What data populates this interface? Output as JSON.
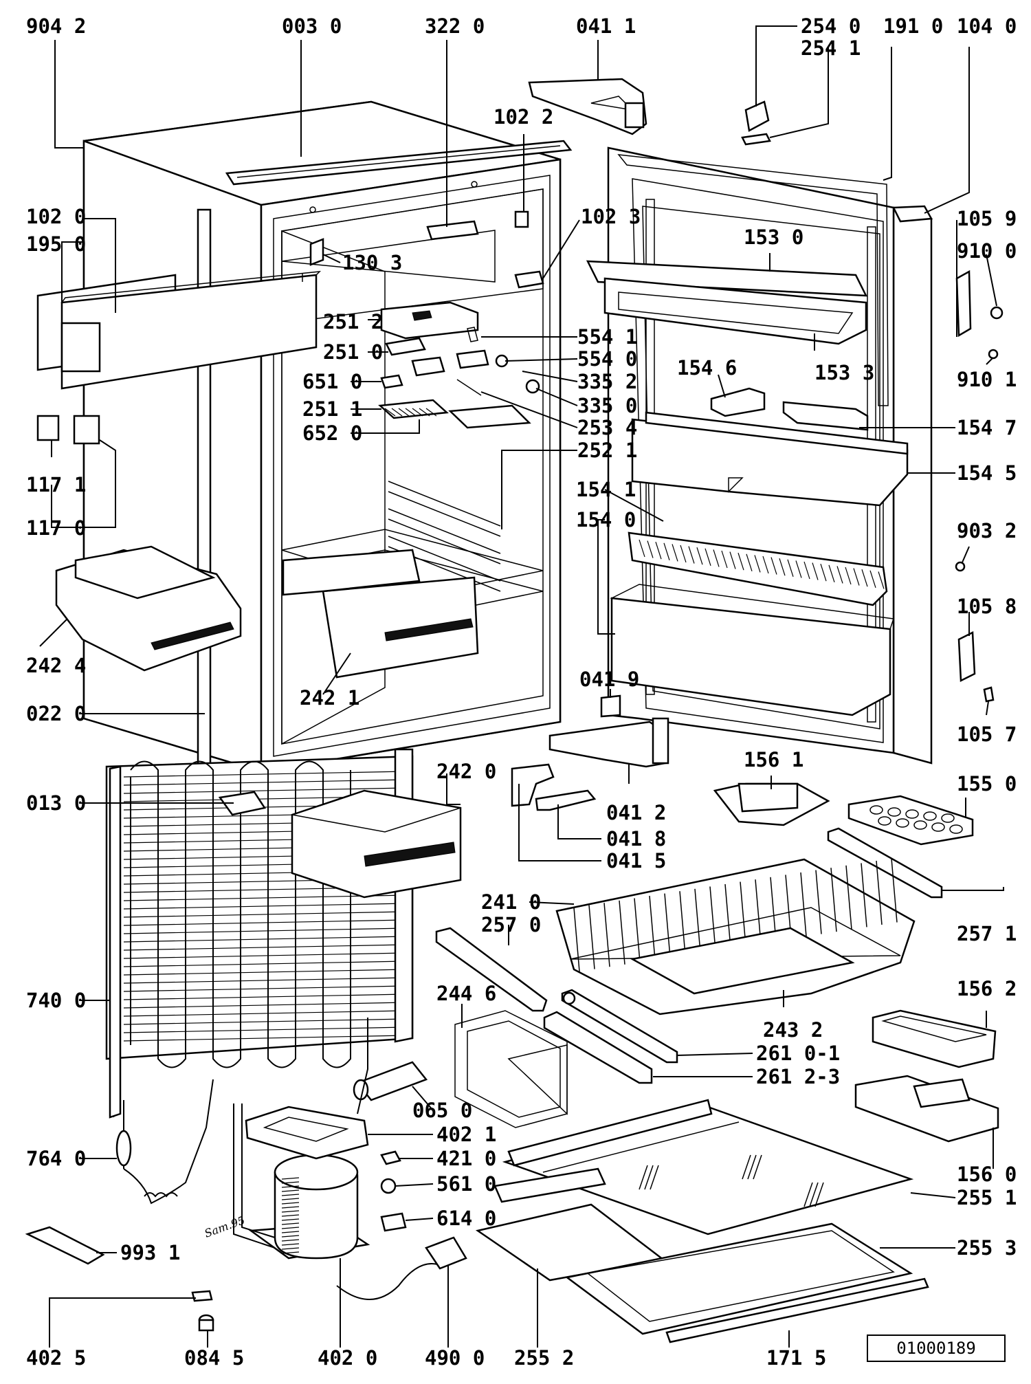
{
  "diagram": {
    "reference_code": "01000189",
    "signature": "Sam.95",
    "labels": [
      {
        "id": "904-2",
        "text": "904  2"
      },
      {
        "id": "003-0",
        "text": "003  0"
      },
      {
        "id": "322-0",
        "text": "322  0"
      },
      {
        "id": "041-1",
        "text": "041  1"
      },
      {
        "id": "254-0",
        "text": "254  0"
      },
      {
        "id": "254-1",
        "text": "254  1"
      },
      {
        "id": "191-0",
        "text": "191  0"
      },
      {
        "id": "104-0",
        "text": "104  0"
      },
      {
        "id": "102-2",
        "text": "102  2"
      },
      {
        "id": "102-0",
        "text": "102  0"
      },
      {
        "id": "195-0",
        "text": "195  0"
      },
      {
        "id": "102-3",
        "text": "102  3"
      },
      {
        "id": "105-9",
        "text": "105  9"
      },
      {
        "id": "910-0",
        "text": "910  0"
      },
      {
        "id": "153-0",
        "text": "153  0"
      },
      {
        "id": "130-3",
        "text": "130  3"
      },
      {
        "id": "251-2",
        "text": "251  2"
      },
      {
        "id": "554-1",
        "text": "554  1"
      },
      {
        "id": "251-0",
        "text": "251  0"
      },
      {
        "id": "554-0",
        "text": "554  0"
      },
      {
        "id": "154-6",
        "text": "154  6"
      },
      {
        "id": "153-3",
        "text": "153  3"
      },
      {
        "id": "910-1",
        "text": "910  1"
      },
      {
        "id": "651-0",
        "text": "651  0"
      },
      {
        "id": "335-2",
        "text": "335  2"
      },
      {
        "id": "251-1",
        "text": "251  1"
      },
      {
        "id": "335-0",
        "text": "335  0"
      },
      {
        "id": "652-0",
        "text": "652  0"
      },
      {
        "id": "253-4",
        "text": "253  4"
      },
      {
        "id": "154-7",
        "text": "154  7"
      },
      {
        "id": "252-1",
        "text": "252  1"
      },
      {
        "id": "117-1",
        "text": "117  1"
      },
      {
        "id": "154-5",
        "text": "154  5"
      },
      {
        "id": "154-1",
        "text": "154  1"
      },
      {
        "id": "154-0",
        "text": "154  0"
      },
      {
        "id": "117-0",
        "text": "117  0"
      },
      {
        "id": "903-2",
        "text": "903  2"
      },
      {
        "id": "105-8",
        "text": "105  8"
      },
      {
        "id": "242-4",
        "text": "242  4"
      },
      {
        "id": "242-1",
        "text": "242  1"
      },
      {
        "id": "041-9",
        "text": "041  9"
      },
      {
        "id": "022-0",
        "text": "022  0"
      },
      {
        "id": "105-7",
        "text": "105  7"
      },
      {
        "id": "156-1",
        "text": "156  1"
      },
      {
        "id": "242-0",
        "text": "242  0"
      },
      {
        "id": "155-0",
        "text": "155  0"
      },
      {
        "id": "013-0",
        "text": "013  0"
      },
      {
        "id": "041-2",
        "text": "041  2"
      },
      {
        "id": "041-8",
        "text": "041  8"
      },
      {
        "id": "041-5",
        "text": "041  5"
      },
      {
        "id": "241-0",
        "text": "241  0"
      },
      {
        "id": "257-0",
        "text": "257  0"
      },
      {
        "id": "257-1",
        "text": "257  1"
      },
      {
        "id": "740-0",
        "text": "740  0"
      },
      {
        "id": "244-6",
        "text": "244  6"
      },
      {
        "id": "156-2",
        "text": "156  2"
      },
      {
        "id": "243-2",
        "text": "243  2"
      },
      {
        "id": "261-0-1",
        "text": "261  0-1"
      },
      {
        "id": "261-2-3",
        "text": "261  2-3"
      },
      {
        "id": "065-0",
        "text": "065  0"
      },
      {
        "id": "402-1",
        "text": "402  1"
      },
      {
        "id": "764-0",
        "text": "764  0"
      },
      {
        "id": "421-0",
        "text": "421  0"
      },
      {
        "id": "561-0",
        "text": "561  0"
      },
      {
        "id": "156-0",
        "text": "156  0"
      },
      {
        "id": "255-1",
        "text": "255  1"
      },
      {
        "id": "614-0",
        "text": "614  0"
      },
      {
        "id": "993-1",
        "text": "993  1"
      },
      {
        "id": "255-3",
        "text": "255  3"
      },
      {
        "id": "402-5",
        "text": "402  5"
      },
      {
        "id": "084-5",
        "text": "084  5"
      },
      {
        "id": "402-0",
        "text": "402  0"
      },
      {
        "id": "490-0",
        "text": "490  0"
      },
      {
        "id": "255-2",
        "text": "255  2"
      },
      {
        "id": "171-5",
        "text": "171  5"
      }
    ]
  }
}
